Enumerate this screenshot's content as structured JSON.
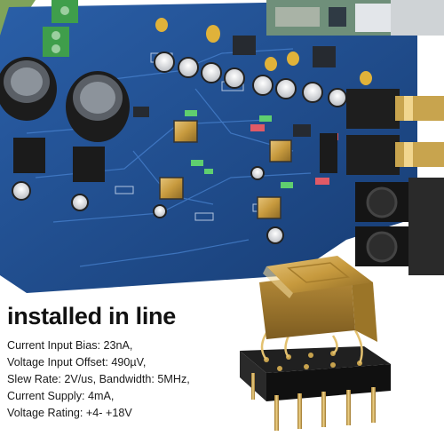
{
  "caption": {
    "headline": "installed in line",
    "specs": [
      "Current Input Bias: 23nA,",
      "Voltage Input Offset: 490µV,",
      "Slew Rate: 2V/us, Bandwidth: 5MHz,",
      "Current Supply: 4mA,",
      "Voltage Rating: +4- +18V"
    ]
  },
  "colors": {
    "pcb": "#1f4d8f",
    "module_gold": "#c9a24a",
    "socket": "#1a1a1a",
    "background": "#ffffff"
  }
}
